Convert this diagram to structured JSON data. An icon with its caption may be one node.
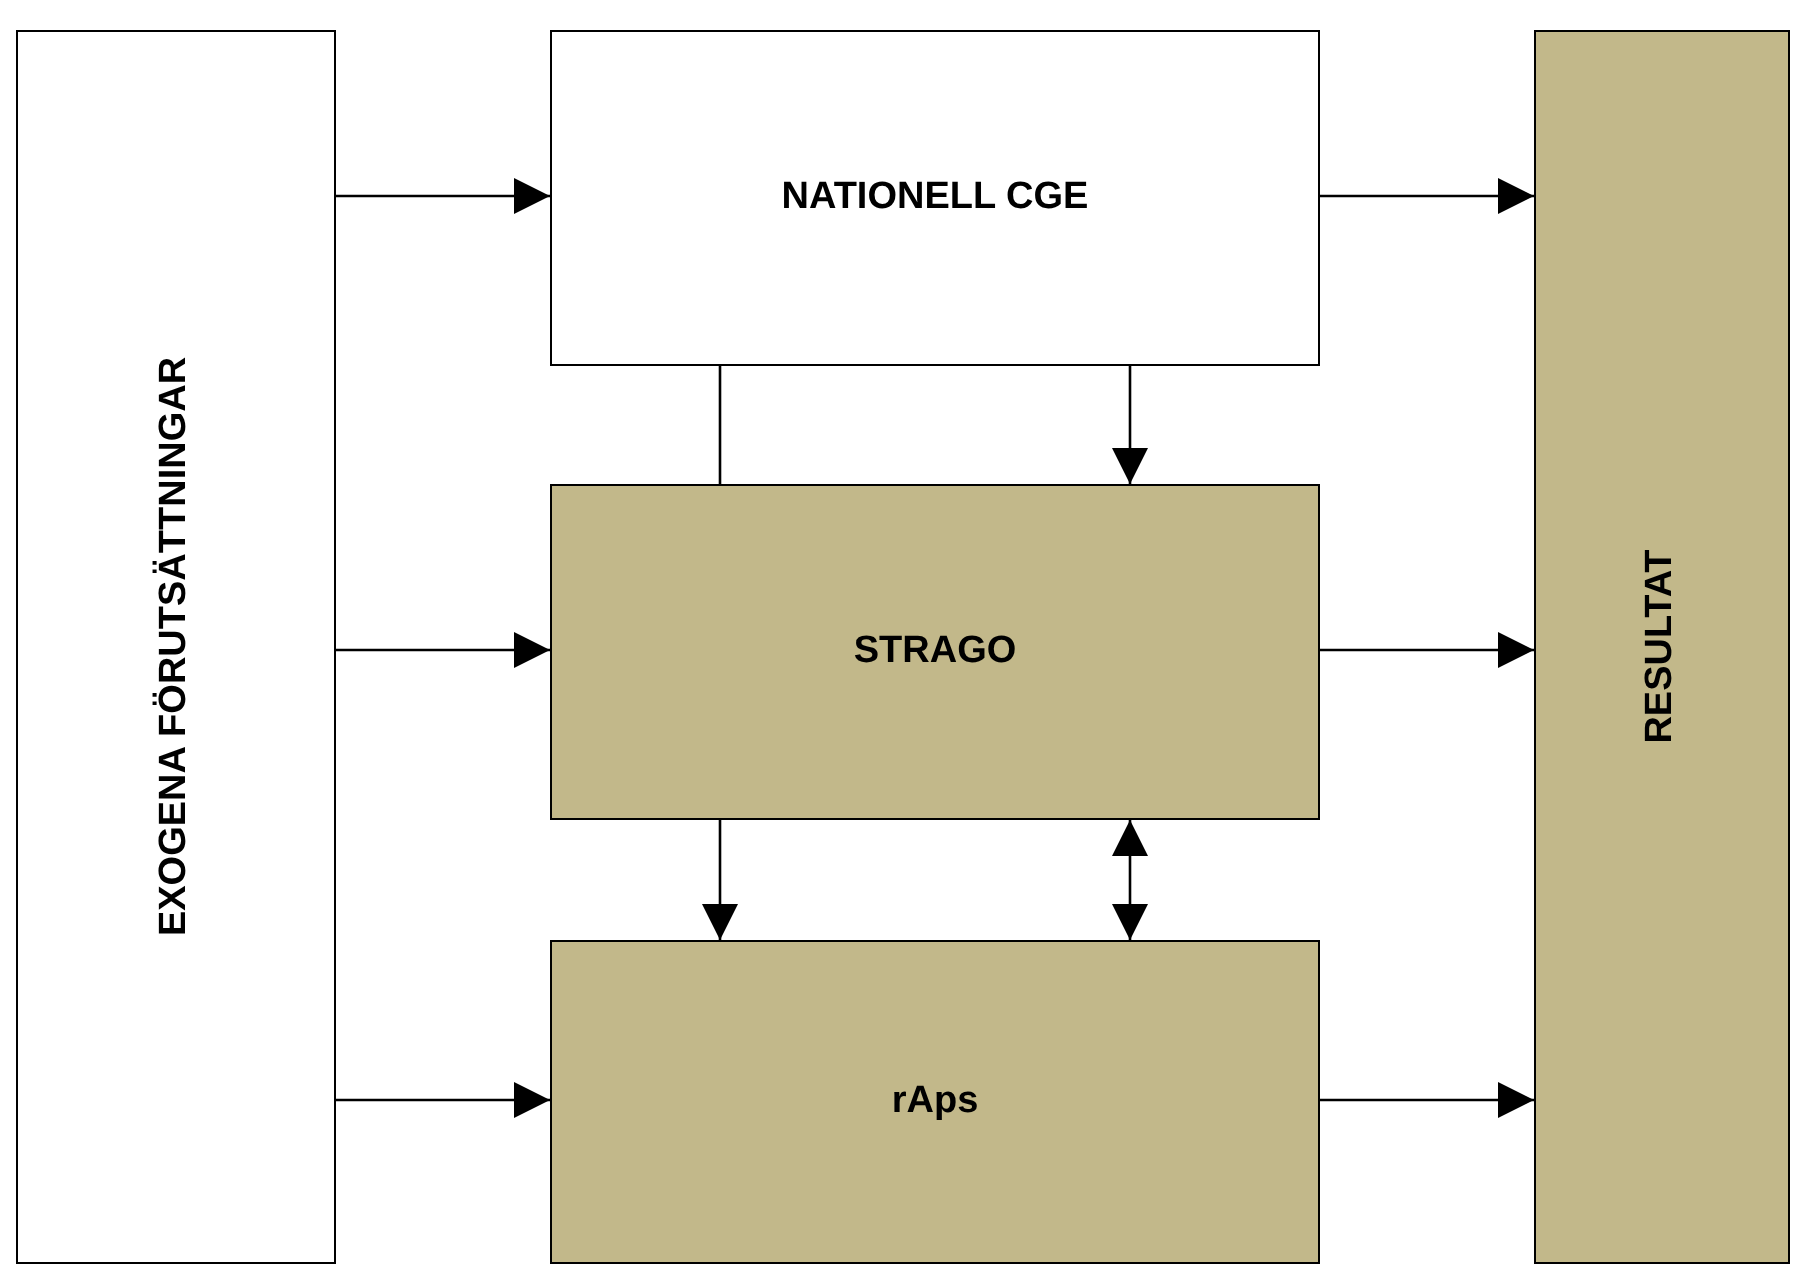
{
  "diagram": {
    "nodes": [
      {
        "text": [
          "EXOGENA FÖRUTSÄTTNINGAR"
        ]
      },
      {
        "text": [
          "NATIONELL CGE"
        ]
      },
      {
        "text": [
          "STRAGO"
        ]
      },
      {
        "text": [
          "rAps"
        ]
      },
      {
        "text": [
          "RESULTAT"
        ]
      }
    ],
    "edges": [
      {
        "from": 0,
        "to": 1,
        "arrow": "to"
      },
      {
        "from": 0,
        "to": 2,
        "arrow": "to"
      },
      {
        "from": 0,
        "to": 3,
        "arrow": "to"
      },
      {
        "from": 1,
        "to": 4,
        "arrow": "to"
      },
      {
        "from": 2,
        "to": 4,
        "arrow": "to"
      },
      {
        "from": 3,
        "to": 4,
        "arrow": "to"
      },
      {
        "from": 1,
        "to": 2,
        "arrow": "none"
      },
      {
        "from": 1,
        "to": 2,
        "arrow": "to"
      },
      {
        "from": 2,
        "to": 3,
        "arrow": "to"
      },
      {
        "from": 2,
        "to": 3,
        "arrow": "both"
      }
    ]
  }
}
